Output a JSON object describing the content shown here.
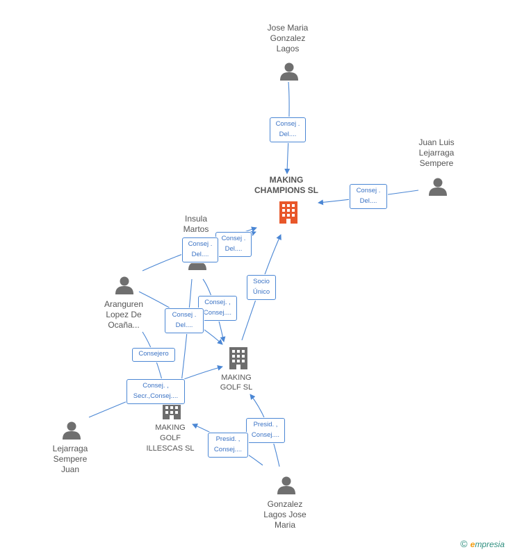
{
  "nodes": {
    "jose_maria": {
      "lines": [
        "Jose Maria",
        "Gonzalez",
        "Lagos"
      ],
      "icon": "person-icon"
    },
    "making_champions": {
      "lines": [
        "MAKING",
        "CHAMPIONS SL"
      ],
      "icon": "building-icon",
      "color": "#e8572a"
    },
    "juan_luis": {
      "lines": [
        "Juan Luis",
        "Lejarraga",
        "Sempere"
      ],
      "icon": "person-icon"
    },
    "insula": {
      "lines": [
        "Insula",
        "Martos"
      ],
      "icon": "person-icon"
    },
    "aranguren": {
      "lines": [
        "Aranguren",
        "Lopez De",
        "Ocaña..."
      ],
      "icon": "person-icon"
    },
    "making_golf": {
      "lines": [
        "MAKING",
        "GOLF SL"
      ],
      "icon": "building-icon",
      "color": "#6d6d6d"
    },
    "making_golf_illescas": {
      "lines": [
        "MAKING",
        "GOLF",
        "ILLESCAS SL"
      ],
      "icon": "building-icon",
      "color": "#6d6d6d"
    },
    "lejarraga_sempere_juan": {
      "lines": [
        "Lejarraga",
        "Sempere",
        "Juan"
      ],
      "icon": "person-icon"
    },
    "gonzalez_lagos": {
      "lines": [
        "Gonzalez",
        "Lagos Jose",
        "Maria"
      ],
      "icon": "person-icon"
    }
  },
  "edges": [
    {
      "id": "e1",
      "lines": [
        "Consej .",
        "Del...."
      ]
    },
    {
      "id": "e2",
      "lines": [
        "Consej .",
        "Del...."
      ]
    },
    {
      "id": "e3",
      "lines": [
        "Consej .",
        "Del...."
      ]
    },
    {
      "id": "e4",
      "lines": [
        "Consej .",
        "Del...."
      ]
    },
    {
      "id": "e5",
      "lines": [
        "Socio",
        "Único"
      ]
    },
    {
      "id": "e6",
      "lines": [
        "Consej. ,",
        "Consej...."
      ]
    },
    {
      "id": "e7",
      "lines": [
        "Consej .",
        "Del...."
      ]
    },
    {
      "id": "e8",
      "lines": [
        "Consejero"
      ]
    },
    {
      "id": "e9",
      "lines": [
        "Consej. ,",
        "Secr.,Consej...."
      ]
    },
    {
      "id": "e10",
      "lines": [
        "Presid. ,",
        "Consej...."
      ]
    },
    {
      "id": "e11",
      "lines": [
        "Presid. ,",
        "Consej...."
      ]
    }
  ],
  "footer": {
    "copyright": "©",
    "brand_e": "e",
    "brand_rest": "mpresia"
  },
  "colors": {
    "edge": "#4a86d4",
    "person": "#6f6f6f",
    "focus_company": "#e8572a",
    "company": "#6d6d6d"
  }
}
